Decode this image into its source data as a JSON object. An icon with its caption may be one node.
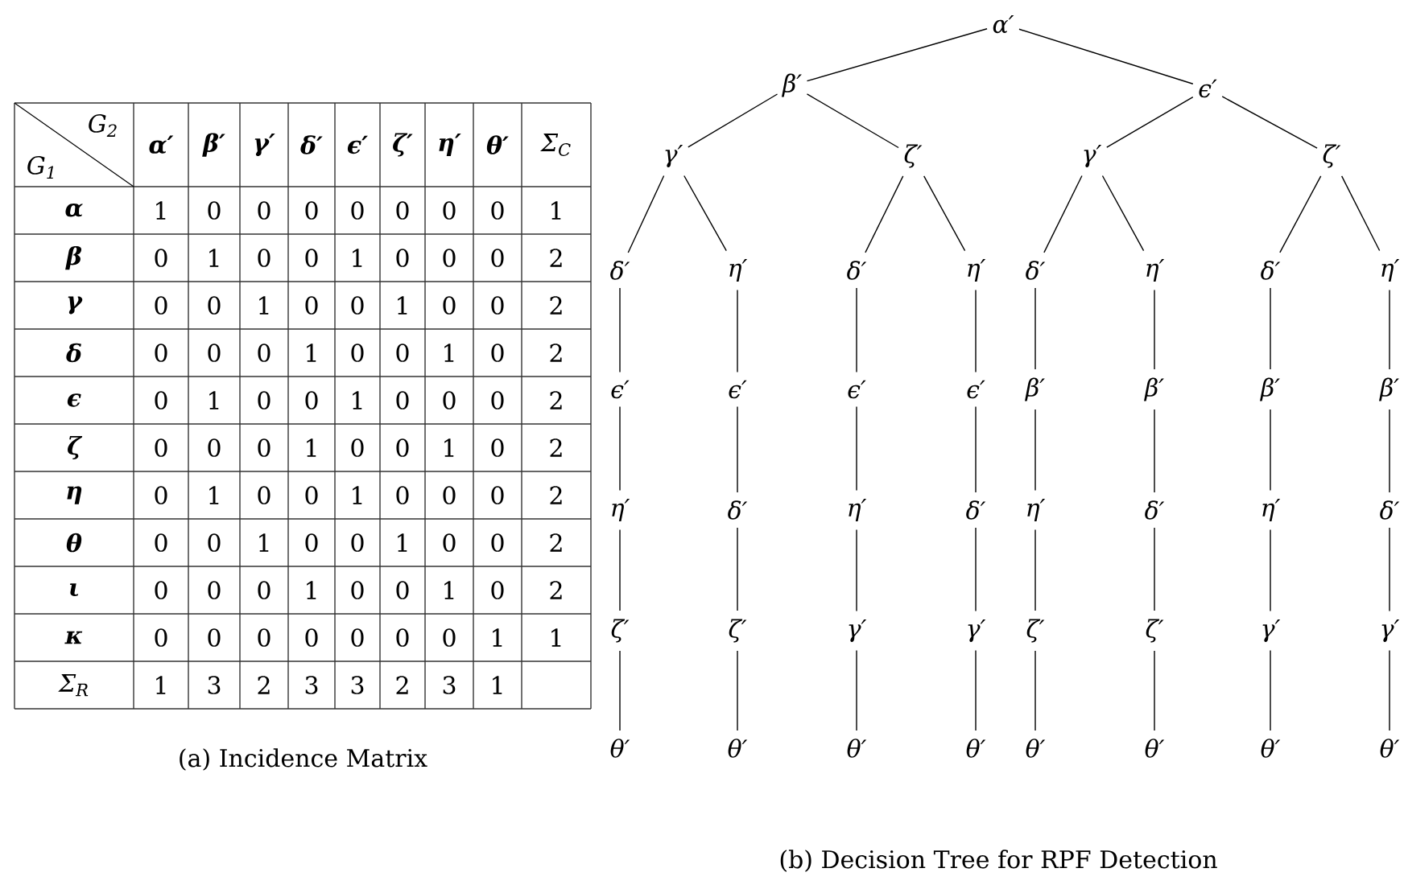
{
  "diagram": {
    "nodes": [
      {
        "text": [
          "α′"
        ]
      },
      {
        "text": [
          "β′"
        ]
      },
      {
        "text": [
          "ϵ′"
        ]
      },
      {
        "text": [
          "γ′"
        ]
      },
      {
        "text": [
          "ζ′"
        ]
      },
      {
        "text": [
          "γ′"
        ]
      },
      {
        "text": [
          "ζ′"
        ]
      },
      {
        "text": [
          "δ′"
        ]
      },
      {
        "text": [
          "η′"
        ]
      },
      {
        "text": [
          "δ′"
        ]
      },
      {
        "text": [
          "η′"
        ]
      },
      {
        "text": [
          "δ′"
        ]
      },
      {
        "text": [
          "η′"
        ]
      },
      {
        "text": [
          "δ′"
        ]
      },
      {
        "text": [
          "η′"
        ]
      },
      {
        "text": [
          "ϵ′"
        ]
      },
      {
        "text": [
          "ϵ′"
        ]
      },
      {
        "text": [
          "ϵ′"
        ]
      },
      {
        "text": [
          "ϵ′"
        ]
      },
      {
        "text": [
          "β′"
        ]
      },
      {
        "text": [
          "β′"
        ]
      },
      {
        "text": [
          "β′"
        ]
      },
      {
        "text": [
          "β′"
        ]
      },
      {
        "text": [
          "η′"
        ]
      },
      {
        "text": [
          "δ′"
        ]
      },
      {
        "text": [
          "η′"
        ]
      },
      {
        "text": [
          "δ′"
        ]
      },
      {
        "text": [
          "η′"
        ]
      },
      {
        "text": [
          "δ′"
        ]
      },
      {
        "text": [
          "η′"
        ]
      },
      {
        "text": [
          "δ′"
        ]
      },
      {
        "text": [
          "ζ′"
        ]
      },
      {
        "text": [
          "ζ′"
        ]
      },
      {
        "text": [
          "γ′"
        ]
      },
      {
        "text": [
          "γ′"
        ]
      },
      {
        "text": [
          "ζ′"
        ]
      },
      {
        "text": [
          "ζ′"
        ]
      },
      {
        "text": [
          "γ′"
        ]
      },
      {
        "text": [
          "γ′"
        ]
      },
      {
        "text": [
          "θ′"
        ]
      },
      {
        "text": [
          "θ′"
        ]
      },
      {
        "text": [
          "θ′"
        ]
      },
      {
        "text": [
          "θ′"
        ]
      },
      {
        "text": [
          "θ′"
        ]
      },
      {
        "text": [
          "θ′"
        ]
      },
      {
        "text": [
          "θ′"
        ]
      },
      {
        "text": [
          "θ′"
        ]
      }
    ],
    "edges": [
      {
        "from": 0,
        "to": 1,
        "arrow": "none"
      },
      {
        "from": 0,
        "to": 2,
        "arrow": "none"
      },
      {
        "from": 1,
        "to": 3,
        "arrow": "none"
      },
      {
        "from": 1,
        "to": 4,
        "arrow": "none"
      },
      {
        "from": 2,
        "to": 5,
        "arrow": "none"
      },
      {
        "from": 2,
        "to": 6,
        "arrow": "none"
      },
      {
        "from": 3,
        "to": 7,
        "arrow": "none"
      },
      {
        "from": 3,
        "to": 8,
        "arrow": "none"
      },
      {
        "from": 4,
        "to": 9,
        "arrow": "none"
      },
      {
        "from": 4,
        "to": 10,
        "arrow": "none"
      },
      {
        "from": 5,
        "to": 11,
        "arrow": "none"
      },
      {
        "from": 5,
        "to": 12,
        "arrow": "none"
      },
      {
        "from": 6,
        "to": 13,
        "arrow": "none"
      },
      {
        "from": 6,
        "to": 14,
        "arrow": "none"
      },
      {
        "from": 7,
        "to": 15,
        "arrow": "none"
      },
      {
        "from": 8,
        "to": 16,
        "arrow": "none"
      },
      {
        "from": 9,
        "to": 17,
        "arrow": "none"
      },
      {
        "from": 10,
        "to": 18,
        "arrow": "none"
      },
      {
        "from": 11,
        "to": 19,
        "arrow": "none"
      },
      {
        "from": 12,
        "to": 20,
        "arrow": "none"
      },
      {
        "from": 13,
        "to": 21,
        "arrow": "none"
      },
      {
        "from": 14,
        "to": 22,
        "arrow": "none"
      },
      {
        "from": 15,
        "to": 23,
        "arrow": "none"
      },
      {
        "from": 16,
        "to": 24,
        "arrow": "none"
      },
      {
        "from": 17,
        "to": 25,
        "arrow": "none"
      },
      {
        "from": 18,
        "to": 26,
        "arrow": "none"
      },
      {
        "from": 19,
        "to": 27,
        "arrow": "none"
      },
      {
        "from": 20,
        "to": 28,
        "arrow": "none"
      },
      {
        "from": 21,
        "to": 29,
        "arrow": "none"
      },
      {
        "from": 22,
        "to": 30,
        "arrow": "none"
      },
      {
        "from": 23,
        "to": 31,
        "arrow": "none"
      },
      {
        "from": 24,
        "to": 32,
        "arrow": "none"
      },
      {
        "from": 25,
        "to": 33,
        "arrow": "none"
      },
      {
        "from": 26,
        "to": 34,
        "arrow": "none"
      },
      {
        "from": 27,
        "to": 35,
        "arrow": "none"
      },
      {
        "from": 28,
        "to": 36,
        "arrow": "none"
      },
      {
        "from": 29,
        "to": 37,
        "arrow": "none"
      },
      {
        "from": 30,
        "to": 38,
        "arrow": "none"
      },
      {
        "from": 31,
        "to": 39,
        "arrow": "none"
      },
      {
        "from": 32,
        "to": 40,
        "arrow": "none"
      },
      {
        "from": 33,
        "to": 41,
        "arrow": "none"
      },
      {
        "from": 34,
        "to": 42,
        "arrow": "none"
      },
      {
        "from": 35,
        "to": 43,
        "arrow": "none"
      },
      {
        "from": 36,
        "to": 44,
        "arrow": "none"
      },
      {
        "from": 37,
        "to": 45,
        "arrow": "none"
      },
      {
        "from": 38,
        "to": 46,
        "arrow": "none"
      }
    ],
    "labels": [
      "G$_{2}$",
      "G$_{1}$",
      "α′",
      "β′",
      "γ′",
      "δ′",
      "ϵ′",
      "ζ′",
      "η′",
      "θ′",
      "Σ$_{C}$",
      "α",
      "1",
      "0",
      "0",
      "0",
      "0",
      "0",
      "0",
      "0",
      "1",
      "β",
      "0",
      "1",
      "0",
      "0",
      "1",
      "0",
      "0",
      "0",
      "2",
      "γ",
      "0",
      "0",
      "1",
      "0",
      "0",
      "1",
      "0",
      "0",
      "2",
      "δ",
      "0",
      "0",
      "0",
      "1",
      "0",
      "0",
      "1",
      "0",
      "2",
      "ϵ",
      "0",
      "1",
      "0",
      "0",
      "1",
      "0",
      "0",
      "0",
      "2",
      "ζ",
      "0",
      "0",
      "0",
      "1",
      "0",
      "0",
      "1",
      "0",
      "2",
      "η",
      "0",
      "1",
      "0",
      "0",
      "1",
      "0",
      "0",
      "0",
      "2",
      "θ",
      "0",
      "0",
      "1",
      "0",
      "0",
      "1",
      "0",
      "0",
      "2",
      "ι",
      "0",
      "0",
      "0",
      "1",
      "0",
      "0",
      "1",
      "0",
      "2",
      "κ",
      "0",
      "0",
      "0",
      "0",
      "0",
      "0",
      "0",
      "1",
      "1",
      "Σ$_{R}$",
      "1",
      "3",
      "2",
      "3",
      "3",
      "2",
      "3",
      "1",
      "(a) Incidence Matrix",
      "(b) Decision Tree for RPF Detection"
    ]
  }
}
